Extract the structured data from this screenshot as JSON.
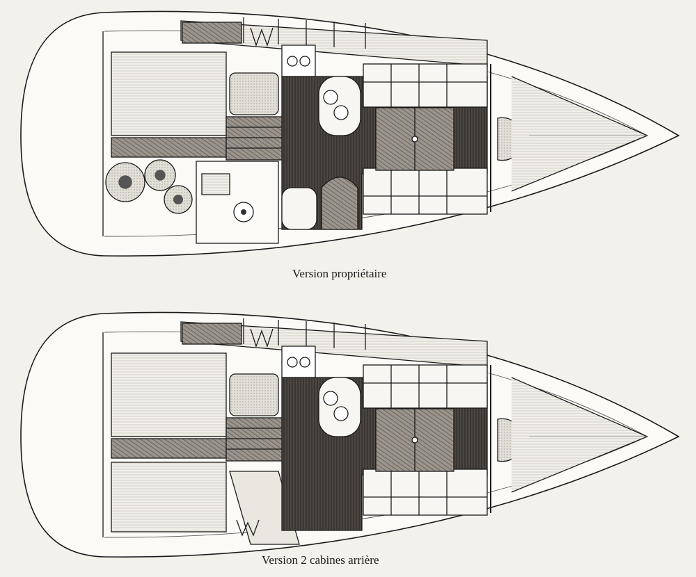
{
  "plans": [
    {
      "id": "proprietaire",
      "caption": "Version propriétaire",
      "variant": "owner"
    },
    {
      "id": "deux-cabines",
      "caption": "Version 2 cabines arrière",
      "variant": "two-aft-cabins"
    }
  ],
  "colors": {
    "paper": "#f3f1ec",
    "ink": "#1a1a1a",
    "sole": "#3a3633",
    "wood": "#8a8580",
    "cushion": "#f7f6f2"
  }
}
